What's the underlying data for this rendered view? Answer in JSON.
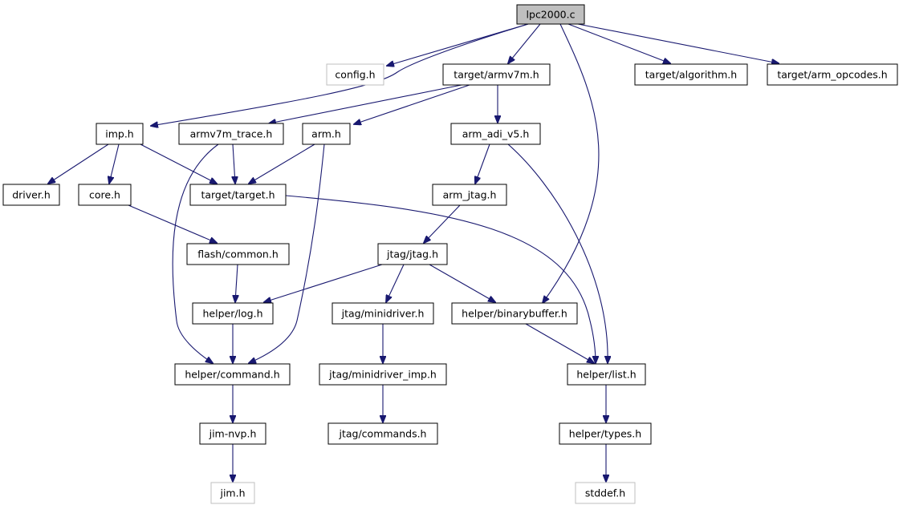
{
  "graph": {
    "nodes": {
      "lpc2000_c": {
        "label": "lpc2000.c",
        "kind": "root"
      },
      "config_h": {
        "label": "config.h",
        "kind": "external"
      },
      "target_armv7m_h": {
        "label": "target/armv7m.h",
        "kind": "file"
      },
      "target_algorithm_h": {
        "label": "target/algorithm.h",
        "kind": "file"
      },
      "target_arm_opcodes_h": {
        "label": "target/arm_opcodes.h",
        "kind": "file"
      },
      "imp_h": {
        "label": "imp.h",
        "kind": "file"
      },
      "armv7m_trace_h": {
        "label": "armv7m_trace.h",
        "kind": "file"
      },
      "arm_h": {
        "label": "arm.h",
        "kind": "file"
      },
      "arm_adi_v5_h": {
        "label": "arm_adi_v5.h",
        "kind": "file"
      },
      "driver_h": {
        "label": "driver.h",
        "kind": "file"
      },
      "core_h": {
        "label": "core.h",
        "kind": "file"
      },
      "target_target_h": {
        "label": "target/target.h",
        "kind": "file"
      },
      "arm_jtag_h": {
        "label": "arm_jtag.h",
        "kind": "file"
      },
      "flash_common_h": {
        "label": "flash/common.h",
        "kind": "file"
      },
      "jtag_jtag_h": {
        "label": "jtag/jtag.h",
        "kind": "file"
      },
      "helper_log_h": {
        "label": "helper/log.h",
        "kind": "file"
      },
      "jtag_minidriver_h": {
        "label": "jtag/minidriver.h",
        "kind": "file"
      },
      "helper_binarybuffer_h": {
        "label": "helper/binarybuffer.h",
        "kind": "file"
      },
      "helper_command_h": {
        "label": "helper/command.h",
        "kind": "file"
      },
      "jtag_minidriver_imp_h": {
        "label": "jtag/minidriver_imp.h",
        "kind": "file"
      },
      "helper_list_h": {
        "label": "helper/list.h",
        "kind": "file"
      },
      "jim_nvp_h": {
        "label": "jim-nvp.h",
        "kind": "file"
      },
      "jtag_commands_h": {
        "label": "jtag/commands.h",
        "kind": "file"
      },
      "helper_types_h": {
        "label": "helper/types.h",
        "kind": "file"
      },
      "jim_h": {
        "label": "jim.h",
        "kind": "external"
      },
      "stddef_h": {
        "label": "stddef.h",
        "kind": "external"
      }
    },
    "edges": [
      {
        "from": "lpc2000_c",
        "to": "config_h"
      },
      {
        "from": "lpc2000_c",
        "to": "imp_h"
      },
      {
        "from": "lpc2000_c",
        "to": "target_armv7m_h"
      },
      {
        "from": "lpc2000_c",
        "to": "helper_binarybuffer_h"
      },
      {
        "from": "lpc2000_c",
        "to": "target_algorithm_h"
      },
      {
        "from": "lpc2000_c",
        "to": "target_arm_opcodes_h"
      },
      {
        "from": "target_armv7m_h",
        "to": "armv7m_trace_h"
      },
      {
        "from": "target_armv7m_h",
        "to": "arm_h"
      },
      {
        "from": "target_armv7m_h",
        "to": "arm_adi_v5_h"
      },
      {
        "from": "imp_h",
        "to": "driver_h"
      },
      {
        "from": "imp_h",
        "to": "core_h"
      },
      {
        "from": "imp_h",
        "to": "target_target_h"
      },
      {
        "from": "armv7m_trace_h",
        "to": "target_target_h"
      },
      {
        "from": "armv7m_trace_h",
        "to": "helper_command_h"
      },
      {
        "from": "arm_h",
        "to": "target_target_h"
      },
      {
        "from": "arm_h",
        "to": "helper_command_h"
      },
      {
        "from": "arm_adi_v5_h",
        "to": "arm_jtag_h"
      },
      {
        "from": "arm_adi_v5_h",
        "to": "helper_list_h"
      },
      {
        "from": "core_h",
        "to": "flash_common_h"
      },
      {
        "from": "target_target_h",
        "to": "helper_list_h"
      },
      {
        "from": "arm_jtag_h",
        "to": "jtag_jtag_h"
      },
      {
        "from": "flash_common_h",
        "to": "helper_log_h"
      },
      {
        "from": "jtag_jtag_h",
        "to": "helper_log_h"
      },
      {
        "from": "jtag_jtag_h",
        "to": "jtag_minidriver_h"
      },
      {
        "from": "jtag_jtag_h",
        "to": "helper_binarybuffer_h"
      },
      {
        "from": "helper_log_h",
        "to": "helper_command_h"
      },
      {
        "from": "jtag_minidriver_h",
        "to": "jtag_minidriver_imp_h"
      },
      {
        "from": "helper_binarybuffer_h",
        "to": "helper_list_h"
      },
      {
        "from": "helper_command_h",
        "to": "jim_nvp_h"
      },
      {
        "from": "jtag_minidriver_imp_h",
        "to": "jtag_commands_h"
      },
      {
        "from": "helper_list_h",
        "to": "helper_types_h"
      },
      {
        "from": "jim_nvp_h",
        "to": "jim_h"
      },
      {
        "from": "helper_types_h",
        "to": "stddef_h"
      }
    ]
  }
}
